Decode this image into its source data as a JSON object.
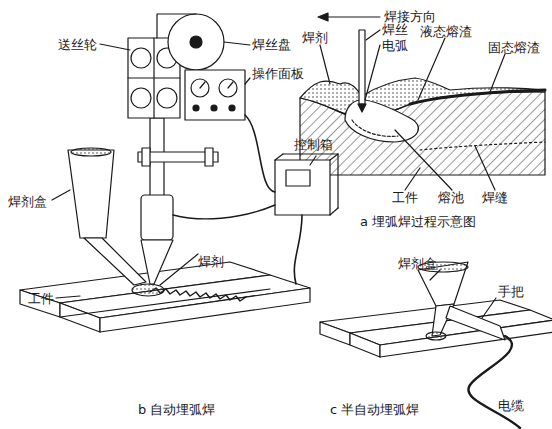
{
  "diagram": {
    "labels": [
      "焊接方向",
      "焊剂",
      "焊丝",
      "电弧",
      "液态熔渣",
      "固态熔渣",
      "工件",
      "熔池",
      "焊缝",
      "a 埋弧焊过程示意图",
      "送丝轮",
      "焊丝盘",
      "操作面板",
      "焊剂盒",
      "控制箱",
      "焊剂",
      "工件",
      "b 自动埋弧焊",
      "焊剂盒",
      "手把",
      "c 半自动埋弧焊",
      "电缆"
    ]
  }
}
